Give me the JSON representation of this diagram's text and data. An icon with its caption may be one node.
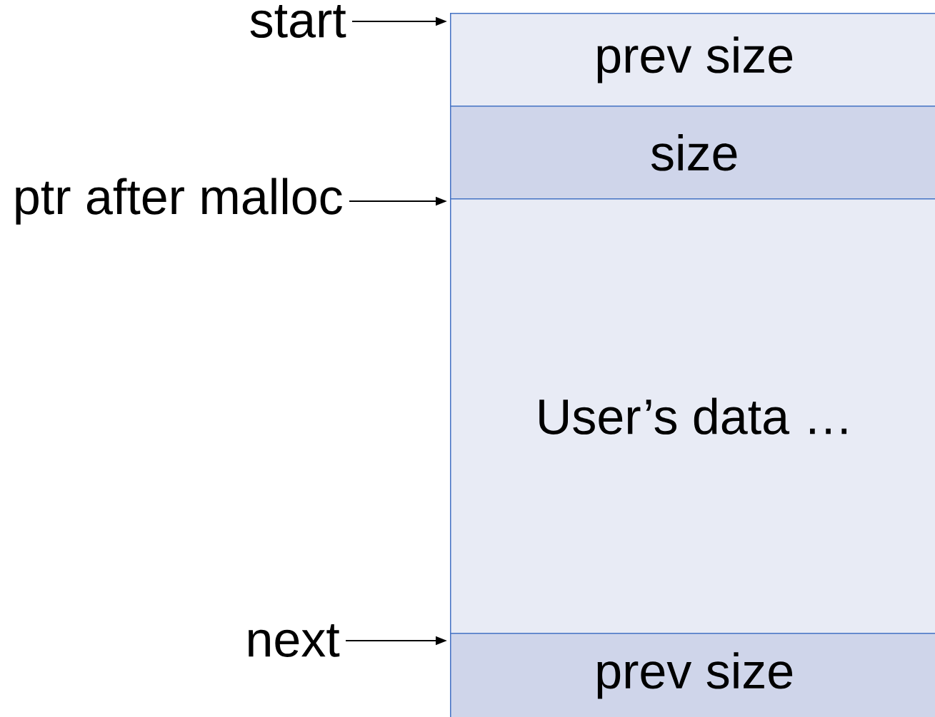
{
  "diagram": {
    "nodes": [
      {
        "text": [
          "start"
        ]
      },
      {
        "text": [
          "ptr after malloc"
        ]
      },
      {
        "text": [
          "next"
        ]
      },
      {
        "text": [
          "prev size"
        ]
      },
      {
        "text": [
          "size"
        ]
      },
      {
        "text": [
          "User’s data …"
        ]
      },
      {
        "text": [
          "prev size"
        ]
      }
    ],
    "edges": [
      {
        "from": 0,
        "to": 3,
        "arrow": "to"
      },
      {
        "from": 1,
        "to": 5,
        "arrow": "to"
      },
      {
        "from": 2,
        "to": 6,
        "arrow": "to"
      }
    ]
  }
}
